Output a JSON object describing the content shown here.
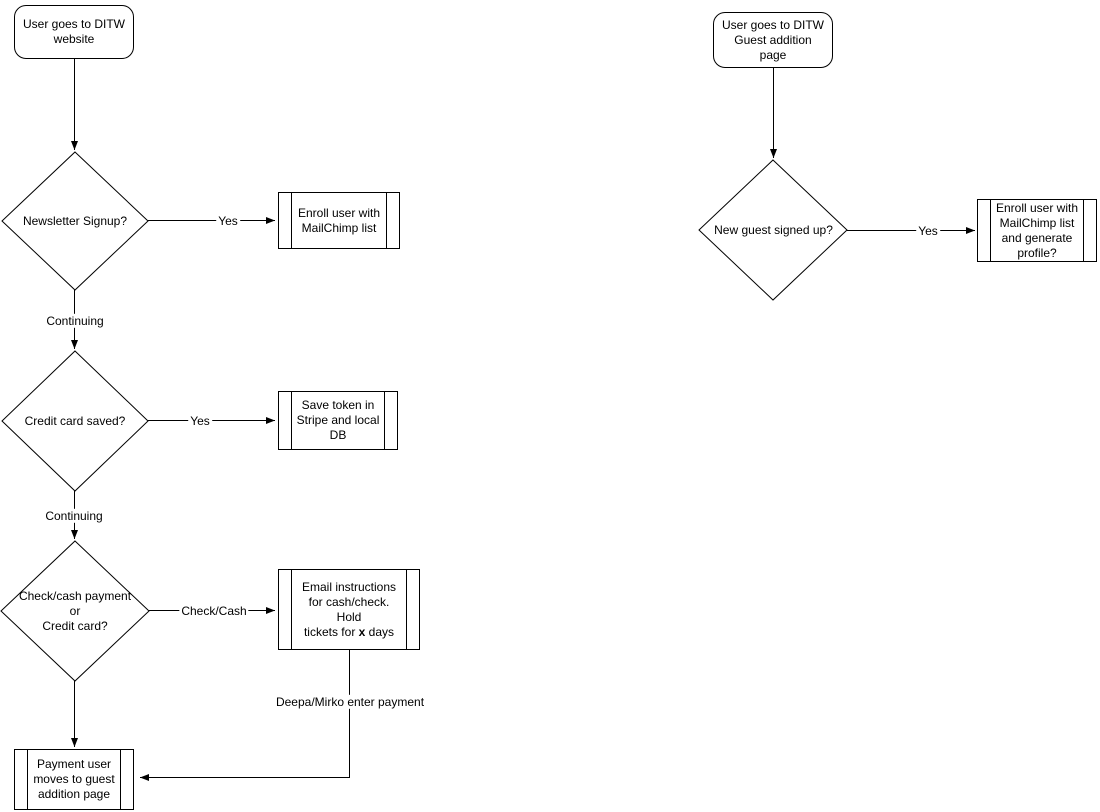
{
  "canvas": {
    "background_color": "#ffffff",
    "stroke_color": "#000000",
    "shape_fill_color": "#ffffff",
    "text_color": "#000000"
  },
  "nodes": {
    "start_left": {
      "type": "terminator",
      "label": "User goes to DITW\nwebsite"
    },
    "decision_newsletter": {
      "type": "decision",
      "label": "Newsletter Signup?"
    },
    "box_enroll": {
      "type": "predefined-process",
      "label": "Enroll user with\nMailChimp list"
    },
    "decision_credit": {
      "type": "decision",
      "label": "Credit card saved?"
    },
    "box_save_token": {
      "type": "predefined-process",
      "label": "Save token in\nStripe and local\nDB"
    },
    "decision_payment": {
      "type": "decision",
      "label": "Check/cash payment\nor\nCredit card?"
    },
    "box_email": {
      "type": "predefined-process",
      "label_before": "Email instructions\nfor cash/check. Hold\ntickets for ",
      "label_bold": "x",
      "label_after": " days"
    },
    "box_payment_user": {
      "type": "predefined-process",
      "label": "Payment user\nmoves to guest\naddition page"
    },
    "start_right": {
      "type": "terminator",
      "label": "User goes to DITW\nGuest addition page"
    },
    "decision_new_guest": {
      "type": "decision",
      "label": "New guest signed up?"
    },
    "box_enroll_guest": {
      "type": "predefined-process",
      "label": "Enroll user with\nMailChimp list\nand generate\nprofile?"
    }
  },
  "edge_labels": {
    "newsletter_yes": "Yes",
    "newsletter_continuing": "Continuing",
    "credit_yes": "Yes",
    "credit_continuing": "Continuing",
    "payment_check_cash": "Check/Cash",
    "deepa_mirko": "Deepa/Mirko enter payment",
    "new_guest_yes": "Yes"
  }
}
